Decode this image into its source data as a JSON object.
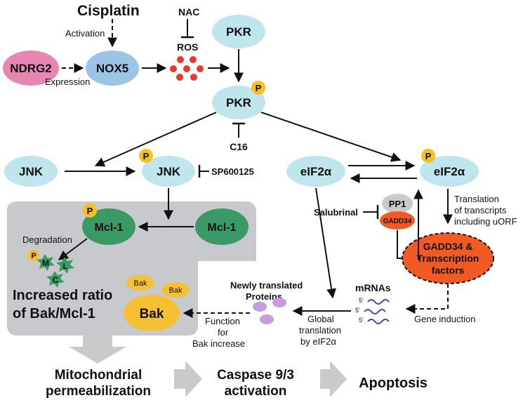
{
  "labels": {
    "cisplatin": "Cisplatin",
    "activation": "Activation",
    "nac": "NAC",
    "ros": "ROS",
    "ndrg2": "NDRG2",
    "nox5": "NOX5",
    "expression": "Expression",
    "pkr_top": "PKR",
    "pkr_mid": "PKR",
    "c16": "C16",
    "jnk_left": "JNK",
    "jnk_right": "JNK",
    "sp600125": "SP600125",
    "eif2a_left": "eIF2α",
    "eif2a_right": "eIF2α",
    "mcl1_left": "Mcl-1",
    "mcl1_right": "Mcl-1",
    "degradation": "Degradation",
    "frag_m": "M",
    "frag_c": "C",
    "frag_l": "L",
    "phospho": "P",
    "bak_small1": "Bak",
    "bak_small2": "Bak",
    "bak_big": "Bak",
    "increased_ratio_1": "Increased ratio",
    "increased_ratio_2": "of Bak/Mcl-1",
    "salubrinal": "Salubrinal",
    "pp1": "PP1",
    "gadd34": "GADD34",
    "translation_1": "Translation",
    "translation_2": "of transcripts",
    "translation_3": "including uORF",
    "gadd34_tf_1": "GADD34 &",
    "gadd34_tf_2": "Transcription",
    "gadd34_tf_3": "factors",
    "mrnas": "mRNAs",
    "five_prime": "5'",
    "gene_induction": "Gene induction",
    "newly_1": "Newly translated",
    "newly_2": "Proteins",
    "function_1": "Function",
    "function_2": "for",
    "function_3": "Bak increase",
    "global_1": "Global",
    "global_2": "translation",
    "global_3": "by eIF2α",
    "mito_1": "Mitochondrial",
    "mito_2": "permeabilization",
    "caspase_1": "Caspase 9/3",
    "caspase_2": "activation",
    "apoptosis": "Apoptosis"
  },
  "colors": {
    "light_blue": "#bfe6ec",
    "nox5_blue": "#9cc4e6",
    "ndrg2_pink": "#e886b2",
    "ros_red": "#e63a2e",
    "phospho_yellow": "#f6c022",
    "mcl1_green": "#3a9a66",
    "bak_yellow": "#f6c033",
    "orange": "#f15a22",
    "gray_box": "#c8c9cc",
    "arrow_gray": "#c9cacc",
    "protein_purple": "#c79be0"
  }
}
